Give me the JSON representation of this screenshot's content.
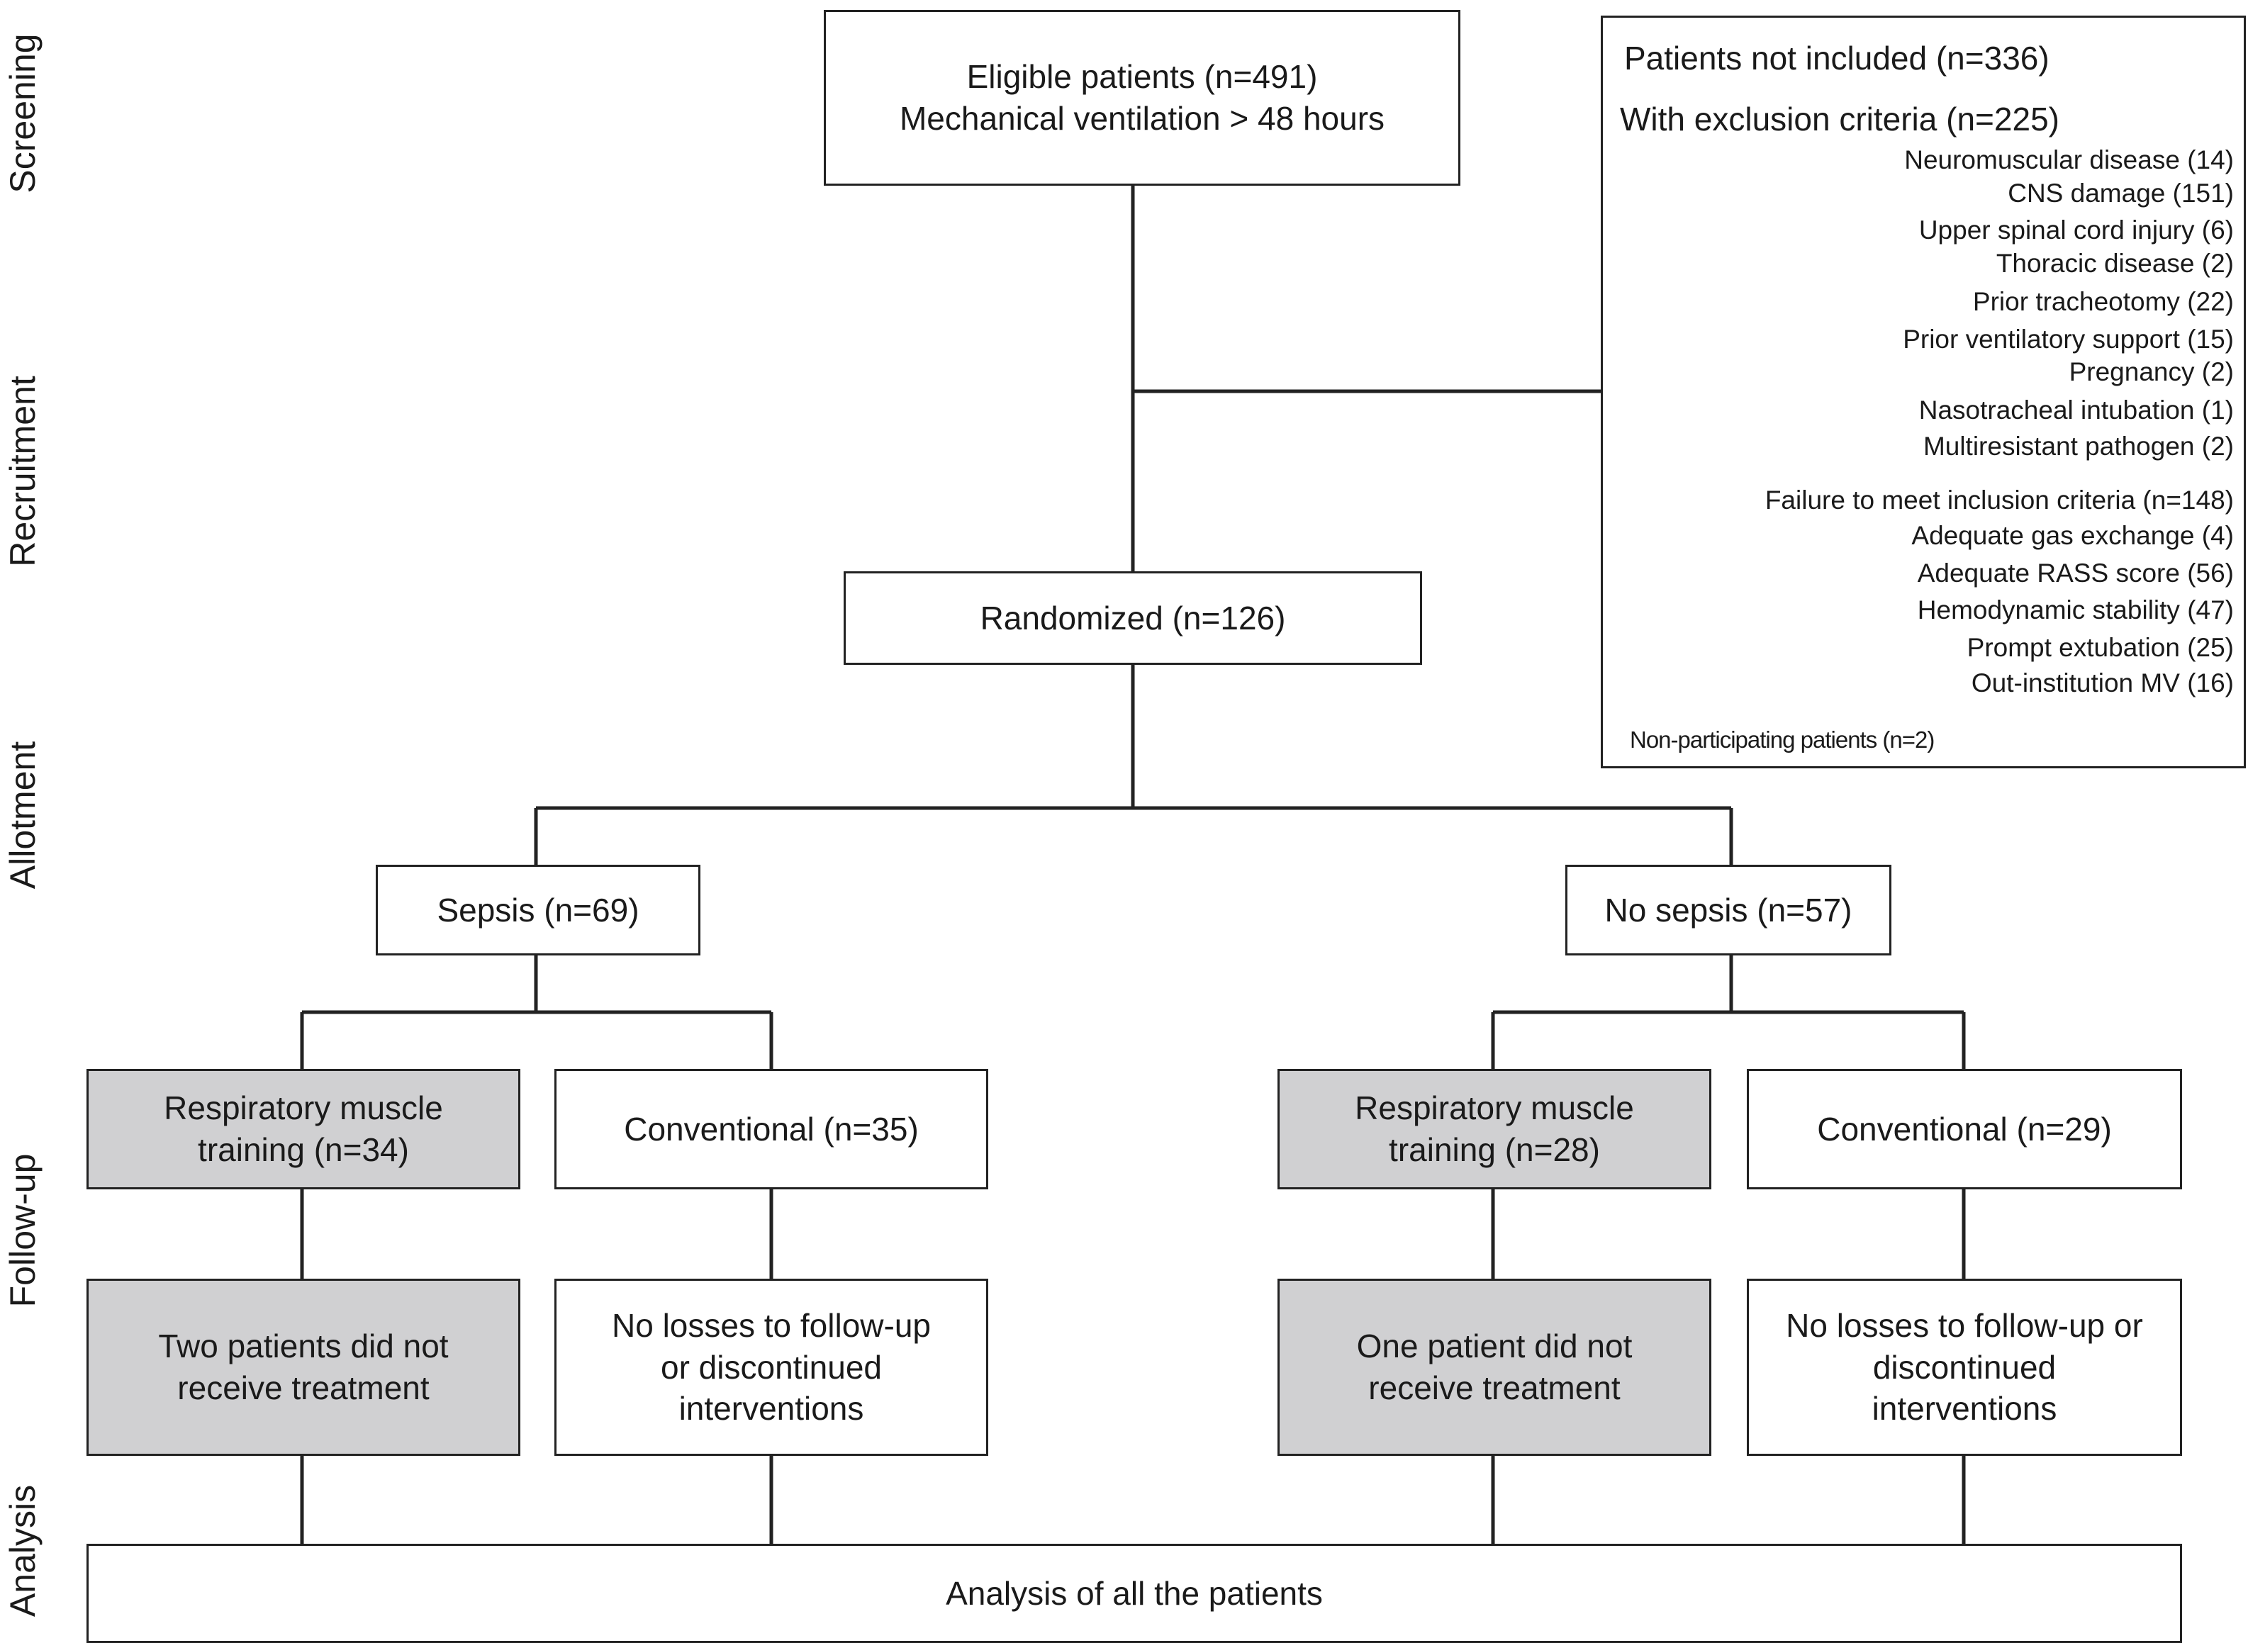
{
  "phases": {
    "screening": "Screening",
    "recruitment": "Recruitment",
    "allotment": "Allotment",
    "follow_up": "Follow-up",
    "analysis": "Analysis"
  },
  "eligible": {
    "line1": "Eligible patients (n=491)",
    "line2": "Mechanical ventilation > 48 hours"
  },
  "not_included": {
    "title": "Patients not included (n=336)",
    "exclusion_title": "With exclusion criteria (n=225)",
    "exclusion_items": [
      "Neuromuscular disease (14)",
      "CNS damage (151)",
      "Upper spinal cord injury (6)",
      "Thoracic disease (2)",
      "Prior tracheotomy (22)",
      "Prior ventilatory support (15)",
      "Pregnancy (2)",
      "Nasotracheal intubation (1)",
      "Multiresistant pathogen (2)"
    ],
    "inclusion_items": [
      "Failure to meet inclusion criteria (n=148)",
      "Adequate gas exchange (4)",
      "Adequate RASS score (56)",
      "Hemodynamic stability (47)",
      "Prompt extubation (25)",
      "Out-institution MV (16)"
    ],
    "non_participating": "Non-participating patients (n=2)"
  },
  "randomized": "Randomized (n=126)",
  "sepsis": {
    "label": "Sepsis (n=69)",
    "rmt_line1": "Respiratory muscle",
    "rmt_line2": "training (n=34)",
    "conventional": "Conventional (n=35)",
    "rmt_followup_line1": "Two patients did not",
    "rmt_followup_line2": "receive treatment",
    "conv_followup_line1": "No losses to follow-up",
    "conv_followup_line2": "or discontinued",
    "conv_followup_line3": "interventions"
  },
  "no_sepsis": {
    "label": "No sepsis (n=57)",
    "rmt_line1": "Respiratory muscle",
    "rmt_line2": "training (n=28)",
    "conventional": "Conventional (n=29)",
    "rmt_followup_line1": "One patient did not",
    "rmt_followup_line2": "receive treatment",
    "conv_followup_line1": "No losses to follow-up or",
    "conv_followup_line2": "discontinued",
    "conv_followup_line3": "interventions"
  },
  "analysis": "Analysis of all the patients",
  "colors": {
    "line": "#222222",
    "shaded_box": "#d0d0d2",
    "box": "#ffffff"
  }
}
